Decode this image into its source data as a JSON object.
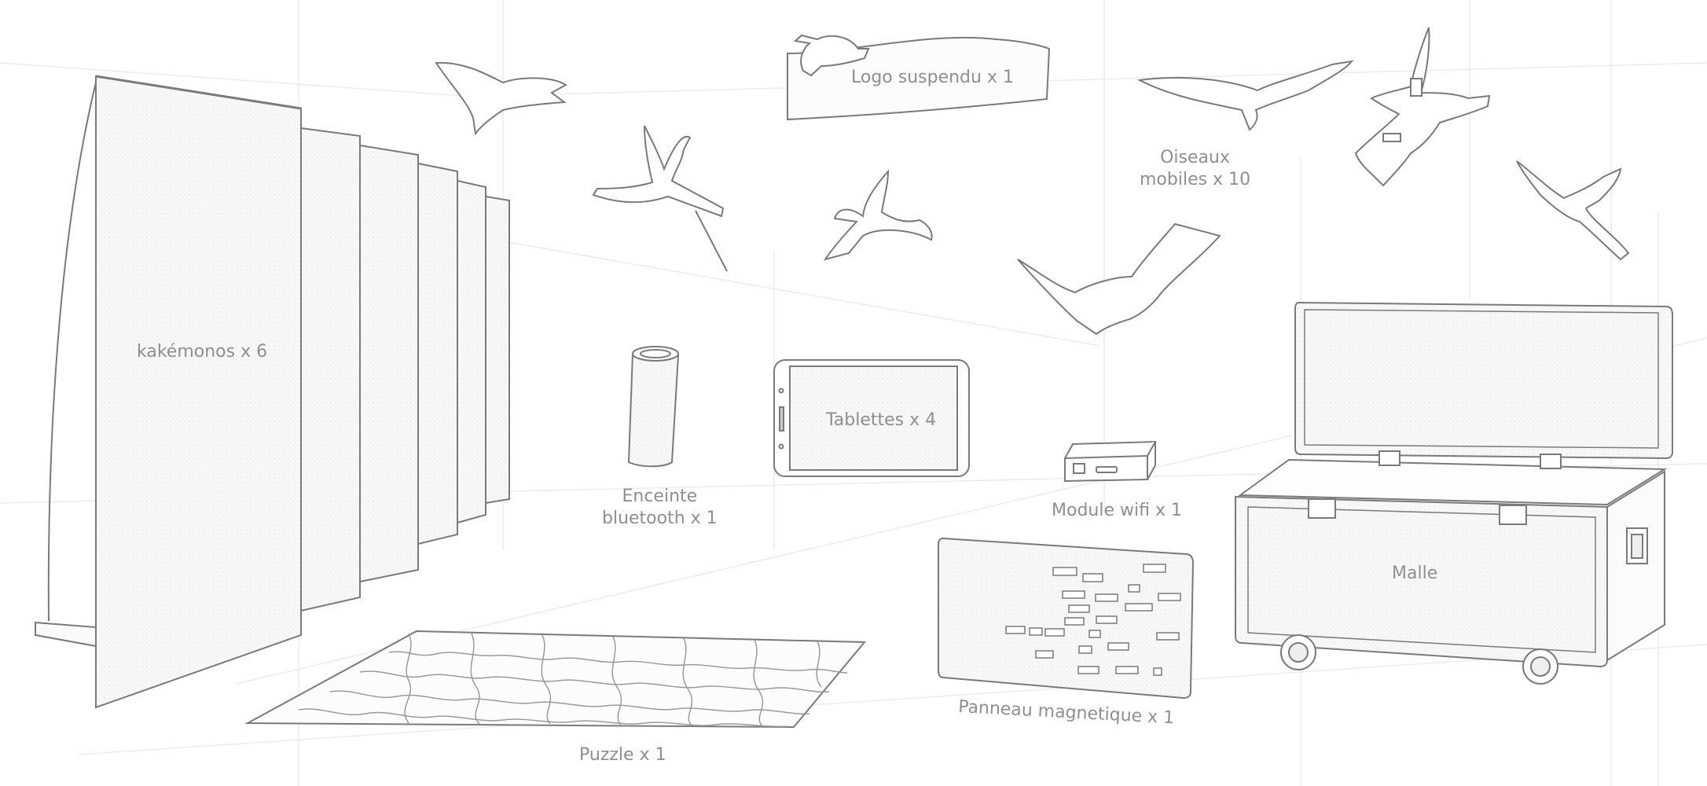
{
  "labels": {
    "kakemonos": "kakémonos x 6",
    "logo": "Logo suspendu x 1",
    "birds_line1": "Oiseaux",
    "birds_line2": "mobiles x 10",
    "speaker_line1": "Enceinte",
    "speaker_line2": "bluetooth x 1",
    "tablets": "Tablettes x 4",
    "wifi": "Module wifi x 1",
    "trunk": "Malle",
    "board": "Panneau magnetique x 1",
    "puzzle": "Puzzle x 1"
  },
  "colors": {
    "stroke": "#7a7a7a",
    "light_stroke": "#c8c8c8",
    "label": "#8f8f8f",
    "panel_fill": "#f6f6f6"
  }
}
